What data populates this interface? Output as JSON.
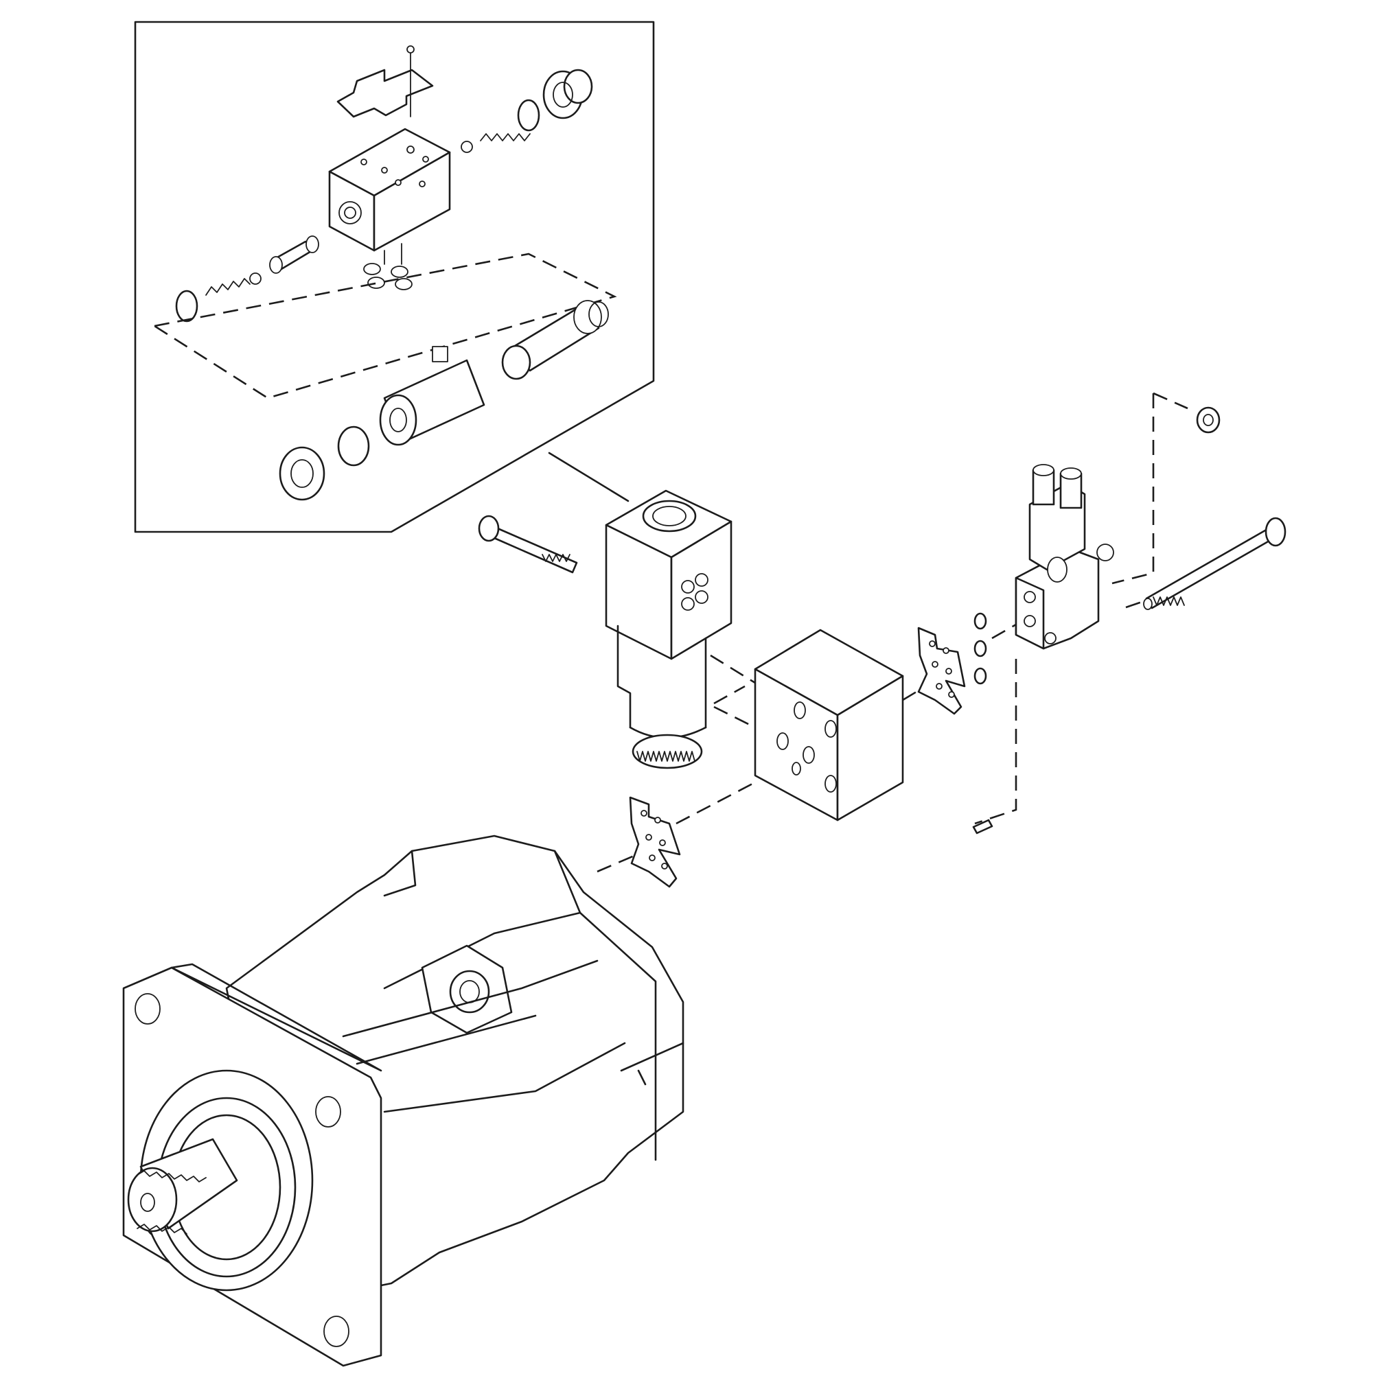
{
  "diagram": {
    "background": "#ffffff",
    "line_color": "#1c1c1c",
    "components": [
      "detail-inset",
      "solenoid-valve",
      "adapter-block",
      "gasket-lower",
      "gasket-right",
      "relief-valve",
      "long-bolt-left",
      "long-bolt-right",
      "small-nut-top",
      "small-screw-bottom",
      "hydraulic-motor"
    ]
  }
}
